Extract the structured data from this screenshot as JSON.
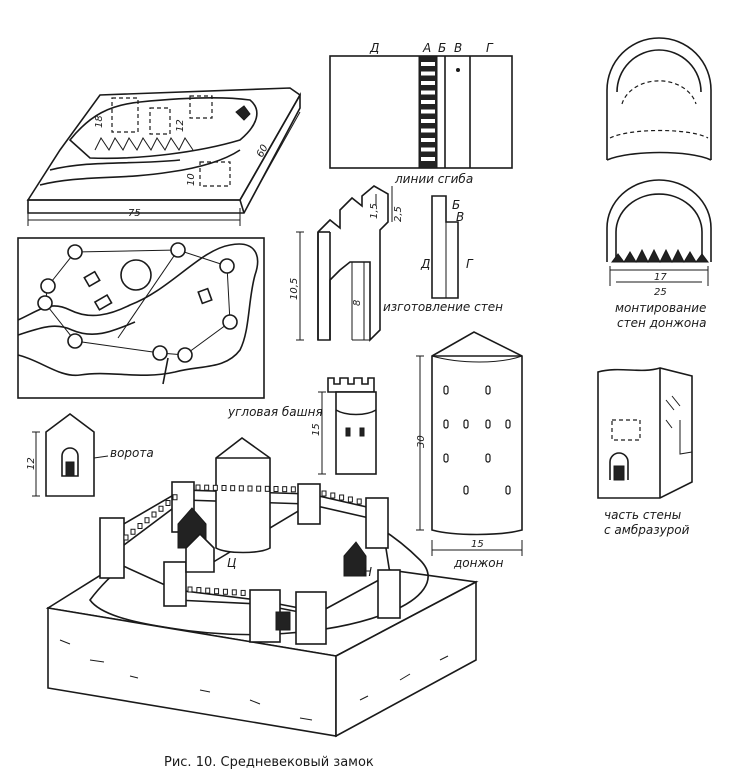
{
  "figure": {
    "caption": "Рис. 10. Средневековый замок"
  },
  "terrain_base": {
    "dims": [
      "18",
      "12",
      "10",
      "75",
      "60"
    ]
  },
  "fold_sheet": {
    "letters": [
      "Д",
      "А",
      "Б",
      "В",
      "Г"
    ],
    "caption": "линии сгиба"
  },
  "wall_making": {
    "dims": [
      "1,5",
      "2,5",
      "10,5",
      "8"
    ],
    "letters": [
      "Б",
      "В",
      "Д",
      "Г"
    ],
    "caption": "изготовление стен"
  },
  "donjon_mounting": {
    "dims": [
      "17",
      "25"
    ],
    "caption_line1": "монтирование",
    "caption_line2": "стен донжона"
  },
  "corner_tower": {
    "label": "угловая башня",
    "dim": "15"
  },
  "gate": {
    "label": "ворота",
    "dim": "12"
  },
  "donjon": {
    "label": "донжон",
    "height_dim": "30",
    "width_dim": "15"
  },
  "wall_part": {
    "caption_line1": "часть стены",
    "caption_line2": "с амбразурой"
  },
  "castle": {
    "labels": [
      "Ц",
      "Н"
    ]
  }
}
